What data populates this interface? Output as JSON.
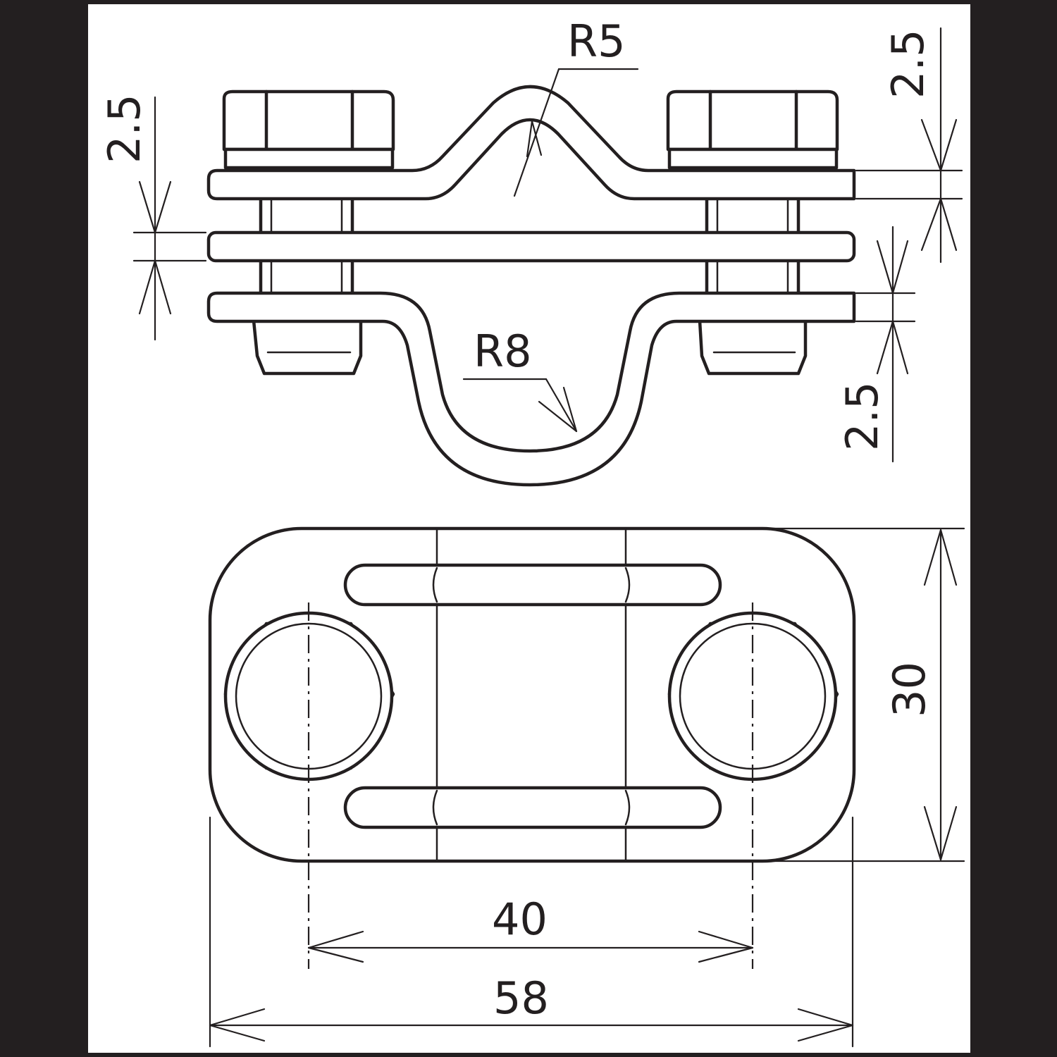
{
  "drawing": {
    "dimensions": {
      "radius_top": "R5",
      "radius_bottom": "R8",
      "thickness_top_right": "2.5",
      "thickness_middle_left": "2.5",
      "thickness_bottom_right": "2.5",
      "height": "30",
      "hole_spacing": "40",
      "overall_width": "58"
    },
    "colors": {
      "line": "#231f20",
      "background": "#ffffff"
    }
  }
}
